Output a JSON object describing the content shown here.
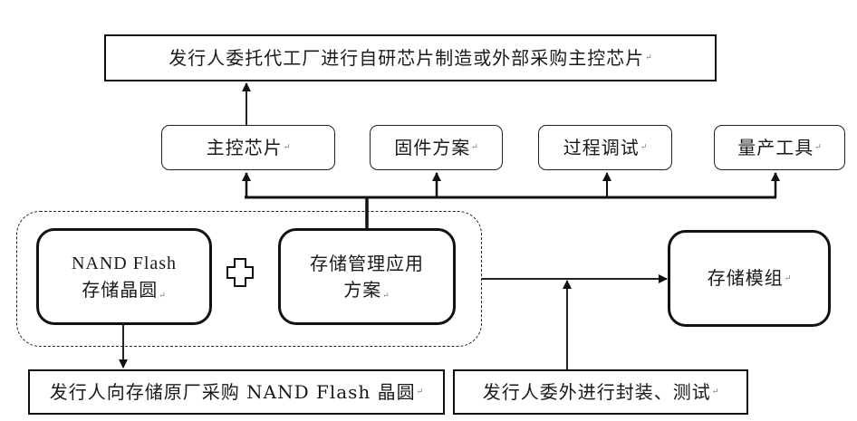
{
  "diagram": {
    "top_box": {
      "label": "发行人委托代工厂进行自研芯片制造或外部采购主控芯片"
    },
    "components": [
      {
        "id": "main-chip",
        "label": "主控芯片"
      },
      {
        "id": "firmware",
        "label": "固件方案"
      },
      {
        "id": "debugging",
        "label": "过程调试"
      },
      {
        "id": "production-tools",
        "label": "量产工具"
      }
    ],
    "wafer_box": {
      "line1": "NAND Flash",
      "line2": "存储晶圆"
    },
    "plus_symbol": "plus-icon",
    "storage_mgmt_box": {
      "line1": "存储管理应用",
      "line2": "方案"
    },
    "module_box": {
      "label": "存储模组"
    },
    "bottom_left_box": {
      "label": "发行人向存储原厂采购 NAND Flash 晶圆"
    },
    "bottom_right_box": {
      "label": "发行人委外进行封装、测试"
    },
    "paragraph_mark": "↵"
  }
}
